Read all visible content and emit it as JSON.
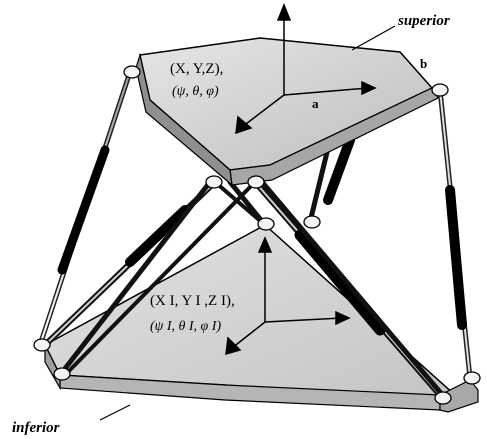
{
  "labels": {
    "superior": "superior",
    "inferior": "inferior",
    "b": "b",
    "a": "a",
    "upper_position": "(X, Y,Z),",
    "upper_orientation": "(ψ, θ, φ)",
    "lower_position": "(X I, Y I ,Z I),",
    "lower_orientation": "(ψ I, θ I, φ I)"
  },
  "colors": {
    "platform_top": "#cfcfcf",
    "platform_edge": "#9a9a9a",
    "base_top": "#d6d6d6",
    "base_front": "#b8b8b8",
    "leg": "#111111",
    "joint": "#f2f2f2"
  }
}
